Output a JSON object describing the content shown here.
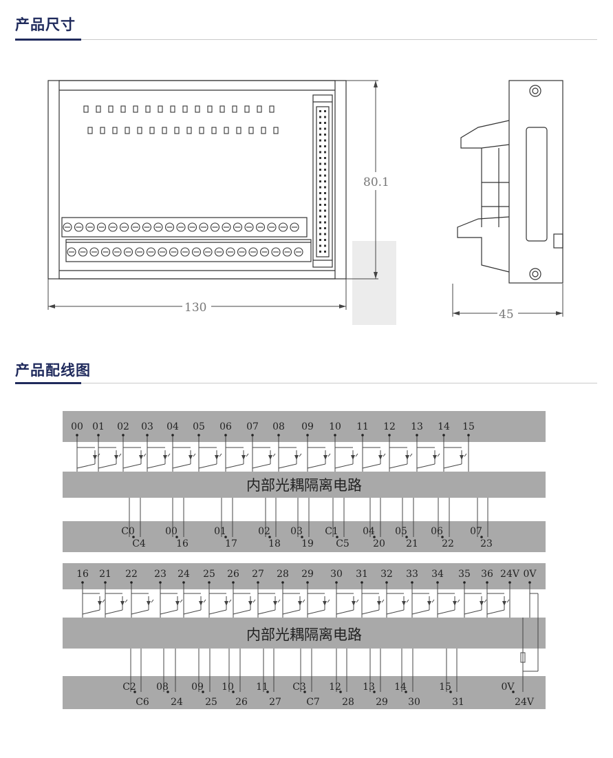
{
  "sections": {
    "dimensions_title": "产品尺寸",
    "wiring_title": "产品配线图"
  },
  "dimensions": {
    "height": "80.1",
    "width": "130",
    "depth": "45"
  },
  "wiring": {
    "block1": {
      "top_labels": [
        "00",
        "01",
        "02",
        "03",
        "04",
        "05",
        "06",
        "07",
        "08",
        "09",
        "10",
        "11",
        "12",
        "13",
        "14",
        "15"
      ],
      "circuit_label": "内部光耦隔离电路",
      "bottom_row1": [
        "C0",
        "00",
        "01",
        "02",
        "03",
        "C1",
        "04",
        "05",
        "06",
        "07"
      ],
      "bottom_row2": [
        "C4",
        "16",
        "17",
        "18",
        "19",
        "C5",
        "20",
        "21",
        "22",
        "23"
      ]
    },
    "block2": {
      "top_labels": [
        "16",
        "21",
        "22",
        "23",
        "24",
        "25",
        "26",
        "27",
        "28",
        "29",
        "30",
        "31",
        "32",
        "33",
        "34",
        "35",
        "36",
        "24V",
        "0V"
      ],
      "circuit_label": "内部光耦隔离电路",
      "bottom_row1": [
        "C2",
        "08",
        "09",
        "10",
        "11",
        "C3",
        "12",
        "13",
        "14",
        "15",
        "0V"
      ],
      "bottom_row2": [
        "C6",
        "24",
        "25",
        "26",
        "27",
        "C7",
        "28",
        "29",
        "30",
        "31",
        "24V"
      ]
    }
  },
  "colors": {
    "accent": "#1f2a5c",
    "band": "#a9a9a9",
    "line": "#555555"
  }
}
